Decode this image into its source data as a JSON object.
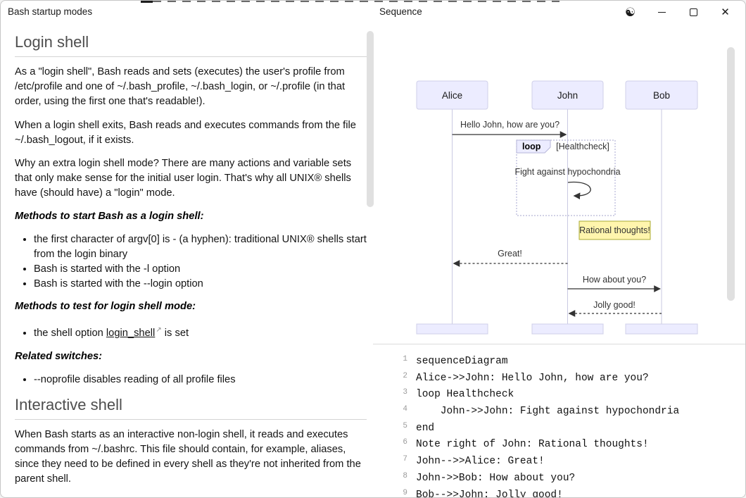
{
  "titlebar": {
    "left_title": "Bash startup modes",
    "right_title": "Sequence",
    "theme_toggle_icon": "☯",
    "close_icon": "✕"
  },
  "doc": {
    "login": {
      "heading": "Login shell",
      "p1": "As a \"login shell\", Bash reads and sets (executes) the user's profile from /etc/profile and one of ~/.bash_profile, ~/.bash_login, or ~/.profile (in that order, using the first one that's readable!).",
      "p2": "When a login shell exits, Bash reads and executes commands from the file ~/.bash_logout, if it exists.",
      "p3": "Why an extra login shell mode? There are many actions and variable sets that only make sense for the initial user login. That's why all UNIX® shells have (should have) a \"login\" mode.",
      "methods_start": {
        "heading": "Methods to start Bash as a login shell:",
        "items": [
          "the first character of argv[0] is - (a hyphen): traditional UNIX® shells start from the login binary",
          "Bash is started with the -l option",
          "Bash is started with the --login option"
        ]
      },
      "methods_test": {
        "heading": "Methods to test for login shell mode:",
        "item_prefix": "the shell option ",
        "link_text": "login_shell",
        "link_icon": "↗",
        "item_suffix": " is set"
      },
      "related_switches": {
        "heading": "Related switches:",
        "items": [
          "--noprofile disables reading of all profile files"
        ]
      }
    },
    "interactive": {
      "heading": "Interactive shell",
      "p1": "When Bash starts as an interactive non-login shell, it reads and executes commands from ~/.bashrc. This file should contain, for example, aliases, since they need to be defined in every shell as they're not inherited from the parent shell."
    }
  },
  "diagram": {
    "actors": [
      "Alice",
      "John",
      "Bob"
    ],
    "message_1": "Hello John, how are you?",
    "loop_label": "loop",
    "loop_condition": "[Healthcheck]",
    "self_message": "Fight against hypochondria",
    "note": "Rational thoughts!",
    "reply_1": "Great!",
    "message_2": "How about you?",
    "reply_2": "Jolly good!",
    "colors": {
      "actor_fill": "#ECECFF",
      "actor_border": "#CFCFE8",
      "note_fill": "#FFF5AD",
      "note_border": "#AAAA33",
      "arrow": "#333333"
    }
  },
  "editor": {
    "lines": [
      {
        "num": "1",
        "text": "sequenceDiagram"
      },
      {
        "num": "2",
        "text": "Alice->>John: Hello John, how are you?"
      },
      {
        "num": "3",
        "text": "loop Healthcheck"
      },
      {
        "num": "4",
        "text": "    John->>John: Fight against hypochondria"
      },
      {
        "num": "5",
        "text": "end"
      },
      {
        "num": "6",
        "text": "Note right of John: Rational thoughts!"
      },
      {
        "num": "7",
        "text": "John-->>Alice: Great!"
      },
      {
        "num": "8",
        "text": "John->>Bob: How about you?"
      },
      {
        "num": "9",
        "text": "Bob-->>John: Jolly good!"
      }
    ]
  }
}
